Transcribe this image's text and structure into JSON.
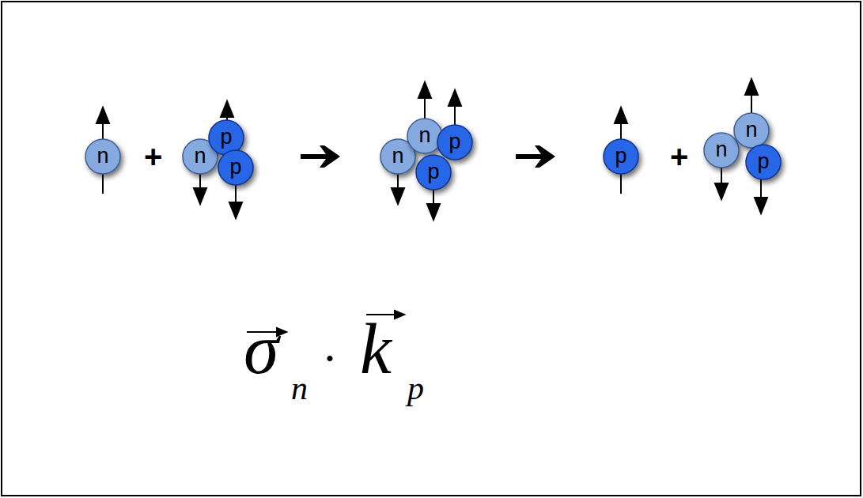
{
  "diagram": {
    "nodes": [
      {
        "text": [
          "n"
        ]
      },
      {
        "text": [
          "n"
        ]
      },
      {
        "text": [
          "p"
        ]
      },
      {
        "text": [
          "p"
        ]
      },
      {
        "text": [
          "n"
        ]
      },
      {
        "text": [
          "n"
        ]
      },
      {
        "text": [
          "p"
        ]
      },
      {
        "text": [
          "p"
        ]
      },
      {
        "text": [
          "p"
        ]
      },
      {
        "text": [
          "n"
        ]
      },
      {
        "text": [
          "n"
        ]
      },
      {
        "text": [
          "p"
        ]
      }
    ],
    "labels": [
      "+",
      "+",
      "σ",
      "n",
      "·",
      "k",
      "p"
    ]
  }
}
